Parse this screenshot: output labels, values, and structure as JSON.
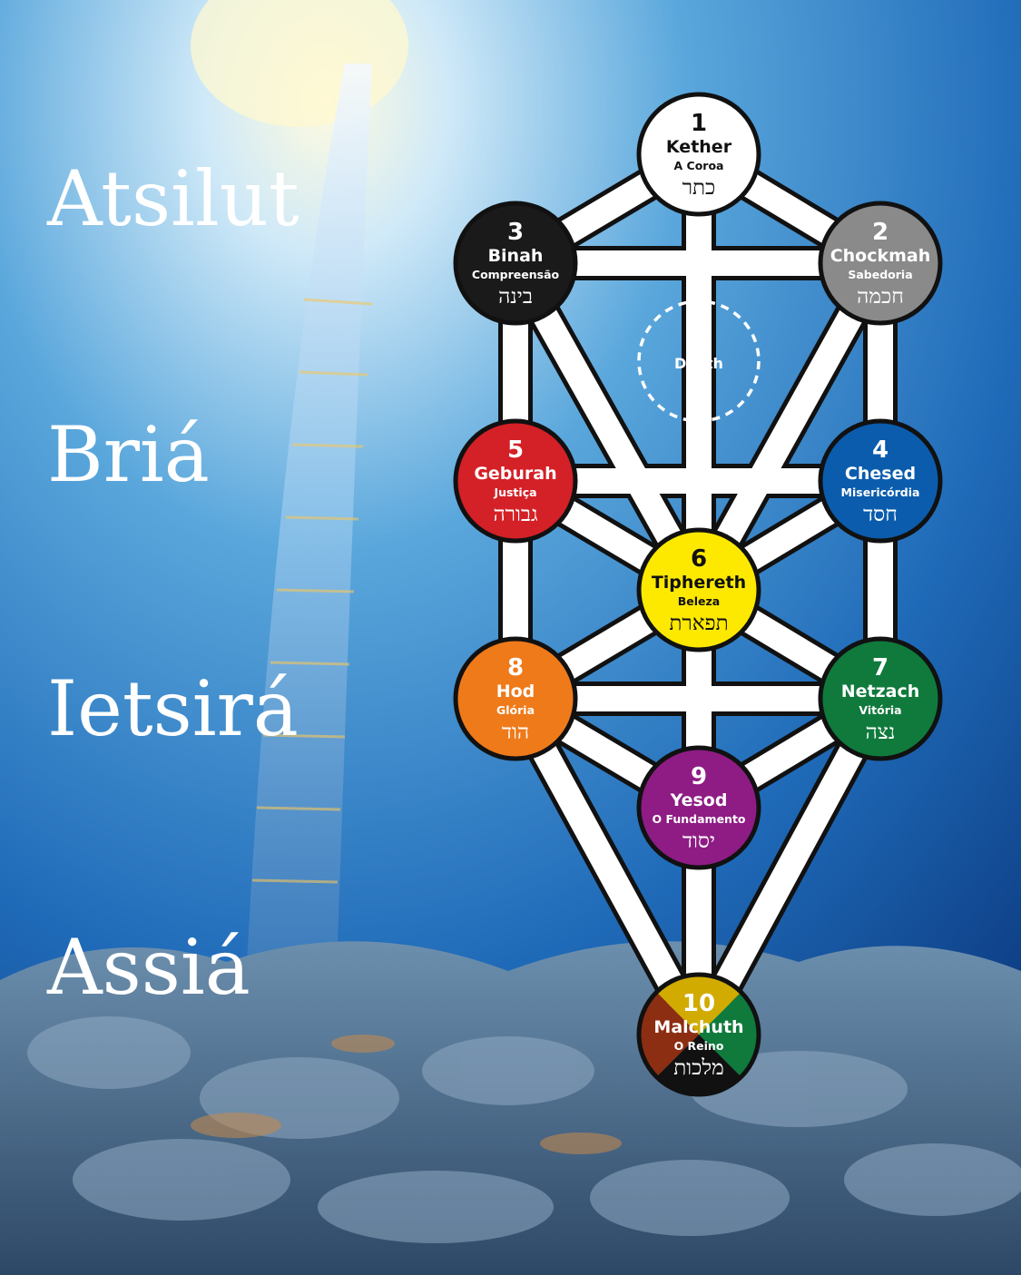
{
  "worlds": [
    "Atsilut",
    "Briá",
    "Ietsirá",
    "Assiá"
  ],
  "daath": "Daath",
  "sephiroth": [
    {
      "key": "kether",
      "number": "1",
      "name": "Kether",
      "meaning": "A Coroa",
      "hebrew": "כתר",
      "color": "#ffffff",
      "text": "#111111"
    },
    {
      "key": "chockmah",
      "number": "2",
      "name": "Chockmah",
      "meaning": "Sabedoria",
      "hebrew": "חכמה",
      "color": "#8a8a8a",
      "text": "#ffffff"
    },
    {
      "key": "binah",
      "number": "3",
      "name": "Binah",
      "meaning": "Compreensão",
      "hebrew": "בינה",
      "color": "#1a1a1a",
      "text": "#ffffff"
    },
    {
      "key": "chesed",
      "number": "4",
      "name": "Chesed",
      "meaning": "Misericórdia",
      "hebrew": "חסד",
      "color": "#0b5cad",
      "text": "#ffffff"
    },
    {
      "key": "geburah",
      "number": "5",
      "name": "Geburah",
      "meaning": "Justiça",
      "hebrew": "גבורה",
      "color": "#d42027",
      "text": "#ffffff"
    },
    {
      "key": "tiphereth",
      "number": "6",
      "name": "Tiphereth",
      "meaning": "Beleza",
      "hebrew": "תפארת",
      "color": "#fde900",
      "text": "#111111"
    },
    {
      "key": "netzach",
      "number": "7",
      "name": "Netzach",
      "meaning": "Vitória",
      "hebrew": "נצה",
      "color": "#0f7a3c",
      "text": "#ffffff"
    },
    {
      "key": "hod",
      "number": "8",
      "name": "Hod",
      "meaning": "Glória",
      "hebrew": "הוד",
      "color": "#ef7a1a",
      "text": "#ffffff"
    },
    {
      "key": "yesod",
      "number": "9",
      "name": "Yesod",
      "meaning": "O Fundamento",
      "hebrew": "יסוד",
      "color": "#8e1c84",
      "text": "#ffffff"
    },
    {
      "key": "malchuth",
      "number": "10",
      "name": "Malchuth",
      "meaning": "O Reino",
      "hebrew": "מלכות",
      "color": "#c8a200",
      "text": "#ffffff"
    }
  ],
  "malchuth_quarters": [
    "#d1ab00",
    "#0f7a3c",
    "#111111",
    "#8c2e12"
  ]
}
